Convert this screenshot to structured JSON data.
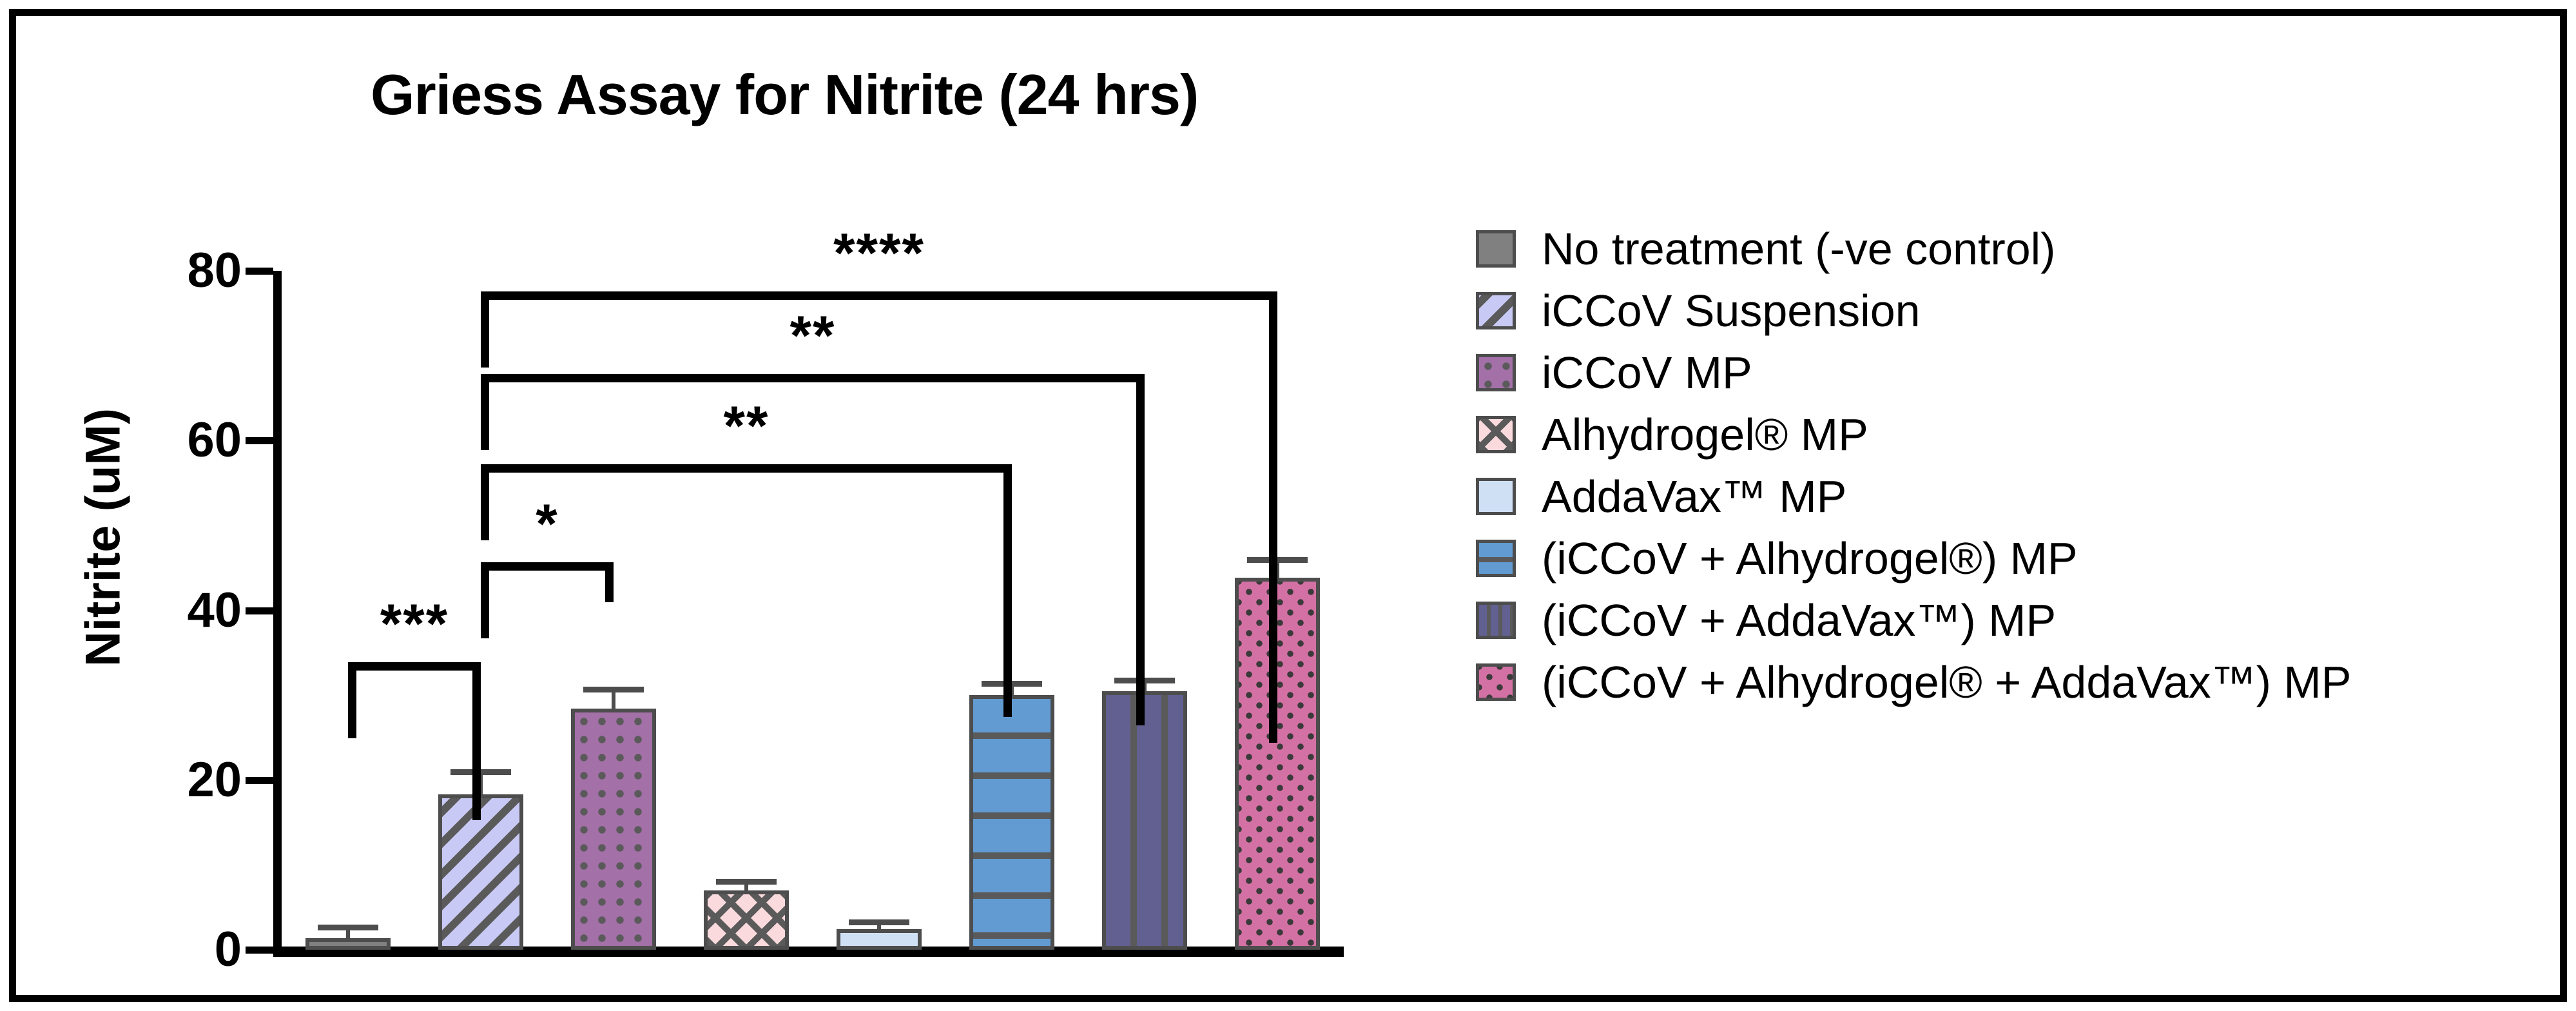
{
  "chart_data": {
    "type": "bar",
    "title": "Griess Assay for Nitrite (24 hrs)",
    "xlabel": "",
    "ylabel": "Nitrite (uM)",
    "ylim": [
      0,
      80
    ],
    "yticks": [
      0,
      20,
      40,
      60,
      80
    ],
    "ytick_labels": [
      "0",
      "20",
      "40",
      "60",
      "80"
    ],
    "grid": false,
    "legend_position": "right",
    "categories": [
      "No treatment (-ve control)",
      "iCCoV Suspension",
      "iCCoV MP",
      "Alhydrogel® MP",
      "AddaVax™ MP",
      "(iCCoV + Alhydrogel®) MP",
      "(iCCoV + AddaVax™) MP",
      "(iCCoV + Alhydrogel® + AddaVax™) MP"
    ],
    "values": [
      1.4,
      18.3,
      28.4,
      7.0,
      2.4,
      30.0,
      30.5,
      43.8
    ],
    "errors": [
      0.9,
      2.3,
      1.9,
      0.7,
      0.5,
      1.0,
      0.9,
      1.8
    ],
    "colors": [
      "#808080",
      "#c9c9f5",
      "#a370a8",
      "#fadadd",
      "#cfe0f5",
      "#629bd2",
      "#616090",
      "#d471a4"
    ],
    "patterns": [
      "solid",
      "diagonal",
      "dots",
      "crosshatch",
      "brick",
      "horizontal",
      "vertical",
      "scatter"
    ],
    "annotations": [
      {
        "label": "***",
        "from": "No treatment (-ve control)",
        "to": "iCCoV Suspension"
      },
      {
        "label": "*",
        "from": "iCCoV Suspension",
        "to": "iCCoV MP"
      },
      {
        "label": "**",
        "from": "iCCoV Suspension",
        "to": "(iCCoV + Alhydrogel®) MP"
      },
      {
        "label": "**",
        "from": "iCCoV Suspension",
        "to": "(iCCoV + AddaVax™) MP"
      },
      {
        "label": "****",
        "from": "iCCoV Suspension",
        "to": "(iCCoV + Alhydrogel® + AddaVax™) MP"
      }
    ]
  },
  "legend": {
    "items": [
      {
        "label": "No treatment (-ve control)"
      },
      {
        "label": "iCCoV Suspension"
      },
      {
        "label": "iCCoV MP"
      },
      {
        "label": "Alhydrogel® MP"
      },
      {
        "label": "AddaVax™ MP"
      },
      {
        "label": "(iCCoV + Alhydrogel®) MP"
      },
      {
        "label": "(iCCoV + AddaVax™) MP"
      },
      {
        "label": "(iCCoV + Alhydrogel® + AddaVax™) MP"
      }
    ]
  }
}
